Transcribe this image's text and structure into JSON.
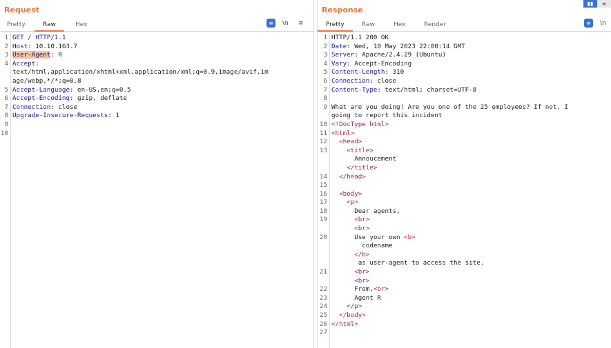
{
  "request": {
    "title": "Request",
    "tabs": [
      "Pretty",
      "Raw",
      "Hex"
    ],
    "active_tab": "Raw",
    "tools": {
      "actions_icon": "≡",
      "newline_label": "\\n",
      "menu_icon": "≡"
    },
    "line_numbers": [
      "1",
      "2",
      "3",
      "4",
      "",
      "",
      "5",
      "6",
      "7",
      "8",
      "9",
      "10"
    ],
    "lines": [
      {
        "k": "GET / HTTP/1.1",
        "v": ""
      },
      {
        "k": "Host",
        "v": ": 10.10.163.7"
      },
      {
        "k": "User-Agent",
        "v": ": R",
        "hl": true
      },
      {
        "k": "Accept",
        "v": ":"
      },
      {
        "k": "",
        "v": "text/html,application/xhtml+xml,application/xml;q=0.9,image/avif,im"
      },
      {
        "k": "",
        "v": "age/webp,*/*;q=0.8"
      },
      {
        "k": "Accept-Language",
        "v": ": en-US,en;q=0.5"
      },
      {
        "k": "Accept-Encoding",
        "v": ": gzip, deflate"
      },
      {
        "k": "Connection",
        "v": ": close"
      },
      {
        "k": "Upgrade-Insecure-Requests",
        "v": ": 1"
      },
      {
        "k": "",
        "v": ""
      },
      {
        "k": "",
        "v": ""
      }
    ]
  },
  "response": {
    "title": "Response",
    "tabs": [
      "Pretty",
      "Raw",
      "Hex",
      "Render"
    ],
    "active_tab": "Pretty",
    "tools": {
      "actions_icon": "≡",
      "newline_label": "\\n"
    },
    "layout_toggle": {
      "split": "▮▮",
      "list": "≡"
    },
    "line_numbers": [
      "1",
      "2",
      "3",
      "4",
      "5",
      "6",
      "7",
      "8",
      "9",
      "",
      "10",
      "11",
      "12",
      "13",
      "",
      "",
      "14",
      "15",
      "16",
      "17",
      "18",
      "19",
      "",
      "20",
      "",
      "",
      "",
      "21",
      "",
      "22",
      "23",
      "24",
      "25",
      "26",
      "27"
    ],
    "lines": [
      {
        "t": "plain",
        "s": "HTTP/1.1 200 OK"
      },
      {
        "t": "hdr",
        "k": "Date",
        "v": ": Wed, 10 May 2023 22:00:14 GMT"
      },
      {
        "t": "hdr",
        "k": "Server",
        "v": ": Apache/2.4.29 (Ubuntu)"
      },
      {
        "t": "hdr",
        "k": "Vary",
        "v": ": Accept-Encoding"
      },
      {
        "t": "hdr",
        "k": "Content-Length",
        "v": ": 310"
      },
      {
        "t": "hdr",
        "k": "Connection",
        "v": ": close"
      },
      {
        "t": "hdr",
        "k": "Content-Type",
        "v": ": text/html; charset=UTF-8"
      },
      {
        "t": "plain",
        "s": ""
      },
      {
        "t": "plain",
        "s": "What are you doing! Are you one of the 25 employees? If not, I"
      },
      {
        "t": "plain",
        "s": "going to report this incident"
      },
      {
        "t": "tag",
        "s": "<!DocType html>",
        "i": 0
      },
      {
        "t": "tag",
        "s": "<html>",
        "i": 0
      },
      {
        "t": "tag",
        "s": "<head>",
        "i": 1
      },
      {
        "t": "tag",
        "s": "<title>",
        "i": 2
      },
      {
        "t": "plain",
        "s": "Annoucement",
        "i": 3
      },
      {
        "t": "tag",
        "s": "</title>",
        "i": 2
      },
      {
        "t": "tag",
        "s": "</head>",
        "i": 1
      },
      {
        "t": "plain",
        "s": ""
      },
      {
        "t": "tag",
        "s": "<body>",
        "i": 1
      },
      {
        "t": "tag",
        "s": "<p>",
        "i": 2
      },
      {
        "t": "plain",
        "s": "Dear agents,",
        "i": 3
      },
      {
        "t": "tag",
        "s": "<br>",
        "i": 3
      },
      {
        "t": "tag",
        "s": "<br>",
        "i": 3
      },
      {
        "t": "mix",
        "s": "Use your own ",
        "tag": "<b>",
        "i": 3
      },
      {
        "t": "plain",
        "s": "codename",
        "i": 4
      },
      {
        "t": "tag",
        "s": "</b>",
        "i": 3
      },
      {
        "t": "plain",
        "s": " as user-agent to access the site.",
        "i": 3
      },
      {
        "t": "tag",
        "s": "<br>",
        "i": 3
      },
      {
        "t": "tag",
        "s": "<br>",
        "i": 3
      },
      {
        "t": "mix",
        "s": "From,",
        "tag": "<br>",
        "i": 3
      },
      {
        "t": "plain",
        "s": "Agent R",
        "i": 3
      },
      {
        "t": "tag",
        "s": "</p>",
        "i": 2
      },
      {
        "t": "tag",
        "s": "</body>",
        "i": 1
      },
      {
        "t": "tag",
        "s": "</html>",
        "i": 0
      },
      {
        "t": "plain",
        "s": ""
      }
    ]
  }
}
